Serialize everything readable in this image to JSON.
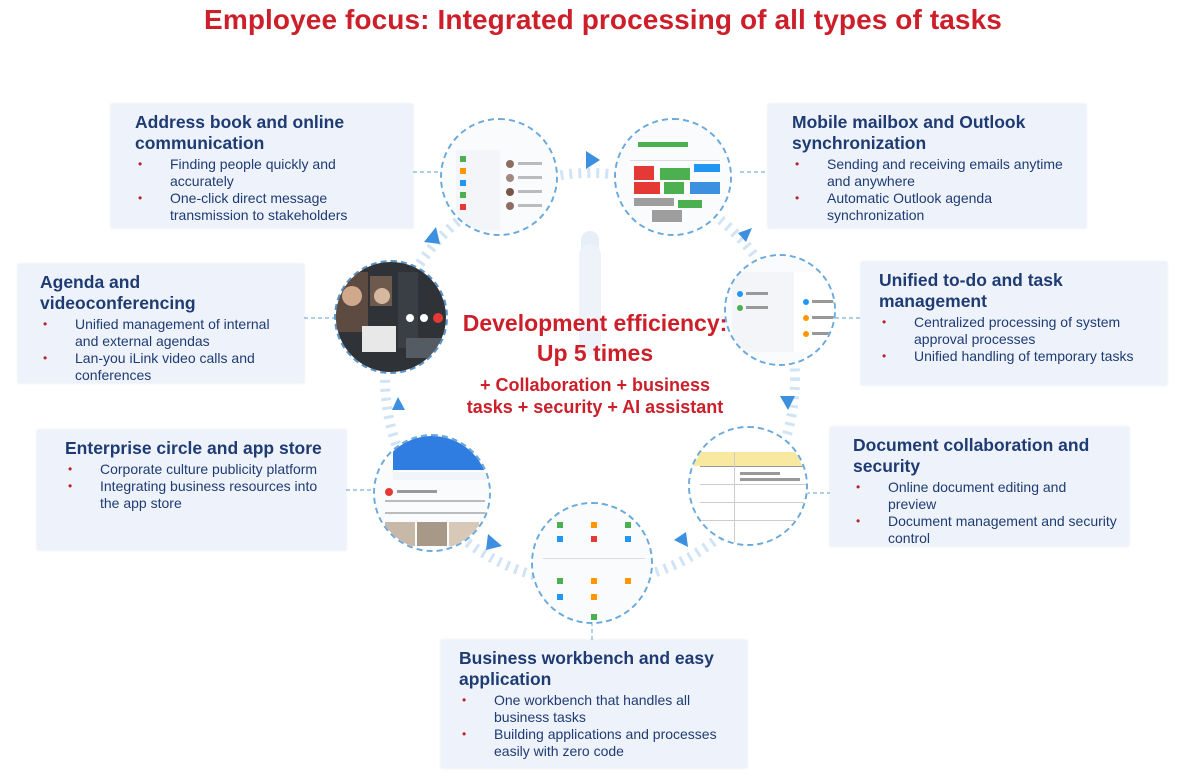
{
  "title": "Employee focus: Integrated processing of all types of tasks",
  "center": {
    "line1": "Development efficiency:",
    "line2": "Up 5 times",
    "line3": "+ Collaboration + business",
    "line4": "tasks + security + AI assistant"
  },
  "cards": [
    {
      "title": "Address book and online communication",
      "bullets": [
        "Finding people quickly and accurately",
        "One-click direct message transmission to stakeholders"
      ]
    },
    {
      "title": "Mobile mailbox and Outlook synchronization",
      "bullets": [
        "Sending and receiving emails anytime and anywhere",
        "Automatic Outlook agenda synchronization"
      ]
    },
    {
      "title": "Agenda and videoconferencing",
      "bullets": [
        "Unified management of internal and external agendas",
        "Lan-you iLink video calls and conferences"
      ]
    },
    {
      "title": "Unified to-do and task management",
      "bullets": [
        "Centralized processing of system approval processes",
        "Unified handling of temporary tasks"
      ]
    },
    {
      "title": "Enterprise circle and app store",
      "bullets": [
        "Corporate culture publicity platform",
        "Integrating business resources into the app store"
      ]
    },
    {
      "title": "Document collaboration and security",
      "bullets": [
        "Online document editing and preview",
        "Document management and security control"
      ]
    },
    {
      "title": "Business workbench and easy application",
      "bullets": [
        "One workbench that handles all business tasks",
        "Building applications and processes easily with zero code"
      ]
    }
  ],
  "colors": {
    "accent_red": "#cc1f2a",
    "text_navy": "#1f3b73",
    "card_bg": "#eef3fb",
    "ring_blue": "#3d8fe0"
  }
}
